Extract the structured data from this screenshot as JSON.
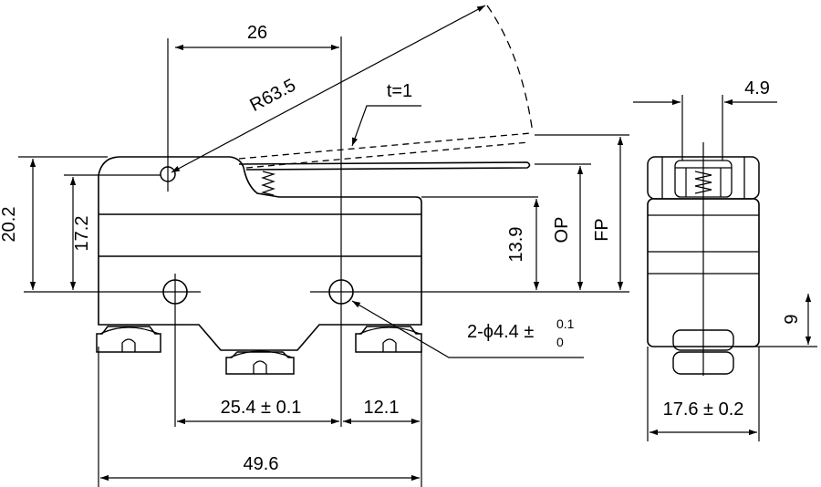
{
  "dimensions": {
    "pivot_offset": "26",
    "lever_radius": "R63.5",
    "lever_thickness": "t=1",
    "total_height": "20.2",
    "body_height": "17.2",
    "center_to_lever": "13.9",
    "operating_position": "OP",
    "free_position": "FP",
    "plunger_width": "4.9",
    "mount_height": "9",
    "hole_spec_prefix": "2-ϕ4.4 ±",
    "hole_tol_upper": "0.1",
    "hole_tol_lower": "0",
    "hole_spacing": "25.4 ± 0.1",
    "right_offset": "12.1",
    "total_length": "49.6",
    "side_width": "17.6 ± 0.2"
  }
}
